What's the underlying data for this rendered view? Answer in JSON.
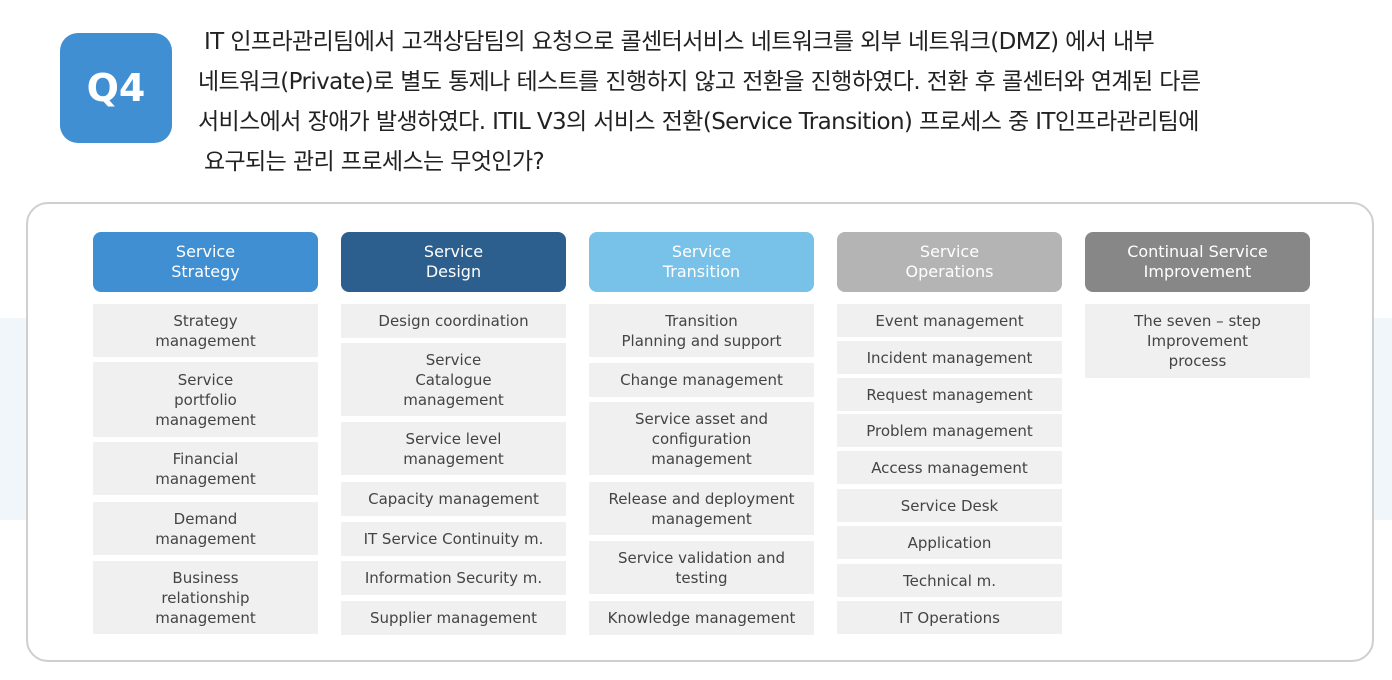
{
  "question": {
    "number": "Q4",
    "lines": [
      "IT 인프라관리팀에서 고객상담팀의 요청으로 콜센터서비스 네트워크를 외부 네트워크(DMZ) 에서 내부",
      "네트워크(Private)로 별도 통제나 테스트를 진행하지 않고 전환을 진행하였다. 전환 후 콜센터와 연계된 다른",
      "서비스에서 장애가 발생하였다. ITIL V3의 서비스 전환(Service Transition) 프로세스 중  IT인프라관리팀에",
      "요구되는 관리 프로세스는 무엇인가?"
    ]
  },
  "columns": [
    {
      "title": "Service\nStrategy",
      "color": "#3f8fd2",
      "items": [
        "Strategy\nmanagement",
        "Service\nportfolio\nmanagement",
        "Financial\nmanagement",
        "Demand\nmanagement",
        "Business\nrelationship\nmanagement"
      ]
    },
    {
      "title": "Service\nDesign",
      "color": "#2c5f8e",
      "items": [
        "Design coordination",
        "Service\nCatalogue\nmanagement",
        "Service level\nmanagement",
        "Capacity management",
        "IT Service Continuity m.",
        "Information Security m.",
        "Supplier management"
      ]
    },
    {
      "title": "Service\nTransition",
      "color": "#78c2ea",
      "items": [
        "Transition\nPlanning and support",
        "Change management",
        "Service asset and\nconfiguration\nmanagement",
        "Release and deployment\nmanagement",
        "Service validation and\ntesting",
        "Knowledge management"
      ]
    },
    {
      "title": "Service\nOperations",
      "color": "#b4b4b4",
      "items": [
        "Event management",
        "Incident management",
        "Request management",
        "Problem management",
        "Access management",
        "Service Desk",
        "Application",
        "Technical m.",
        "IT Operations"
      ]
    },
    {
      "title": "Continual Service\nImprovement",
      "color": "#878787",
      "items": [
        "The seven – step\nImprovement\nprocess"
      ]
    }
  ]
}
